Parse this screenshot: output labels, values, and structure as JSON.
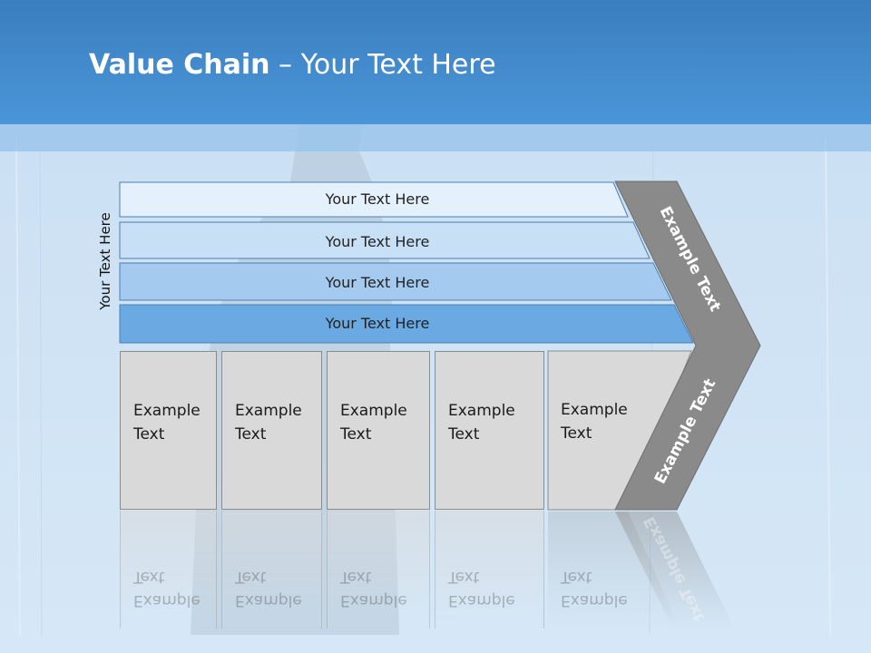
{
  "title": {
    "bold": "Value Chain",
    "rest": " – Your Text Here"
  },
  "side_label": "Your Text Here",
  "rows": [
    {
      "label": "Your Text Here",
      "color": "#e4f0fb"
    },
    {
      "label": "Your Text Here",
      "color": "#c8e0f6"
    },
    {
      "label": "Your Text Here",
      "color": "#a4cbef"
    },
    {
      "label": "Your Text Here",
      "color": "#6aa9e2"
    }
  ],
  "boxes": [
    {
      "label": "Example Text"
    },
    {
      "label": "Example Text"
    },
    {
      "label": "Example Text"
    },
    {
      "label": "Example Text"
    },
    {
      "label": "Example Text"
    }
  ],
  "chevron": {
    "upper": "Example Text",
    "lower": "Example Text",
    "color": "#8a8a8a"
  },
  "colors": {
    "header": "#4a95d8",
    "background": "#cfe3f4"
  }
}
